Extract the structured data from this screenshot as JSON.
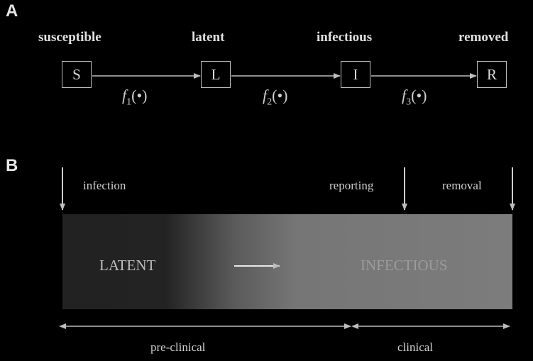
{
  "panel_a": {
    "letter": "A",
    "states": [
      {
        "label": "susceptible",
        "box": "S"
      },
      {
        "label": "latent",
        "box": "L"
      },
      {
        "label": "infectious",
        "box": "I"
      },
      {
        "label": "removed",
        "box": "R"
      }
    ],
    "functions": [
      {
        "f": "f",
        "sub": "1",
        "arg": "(•)"
      },
      {
        "f": "f",
        "sub": "2",
        "arg": "(•)"
      },
      {
        "f": "f",
        "sub": "3",
        "arg": "(•)"
      }
    ]
  },
  "panel_b": {
    "letter": "B",
    "events": {
      "infection": "infection",
      "reporting": "reporting",
      "removal": "removal"
    },
    "bar": {
      "latent": "LATENT",
      "infectious": "INFECTIOUS"
    },
    "phases": {
      "preclinical": "pre-clinical",
      "clinical": "clinical"
    }
  },
  "colors": {
    "background": "#000000",
    "arrow": "#bdbdbd"
  }
}
